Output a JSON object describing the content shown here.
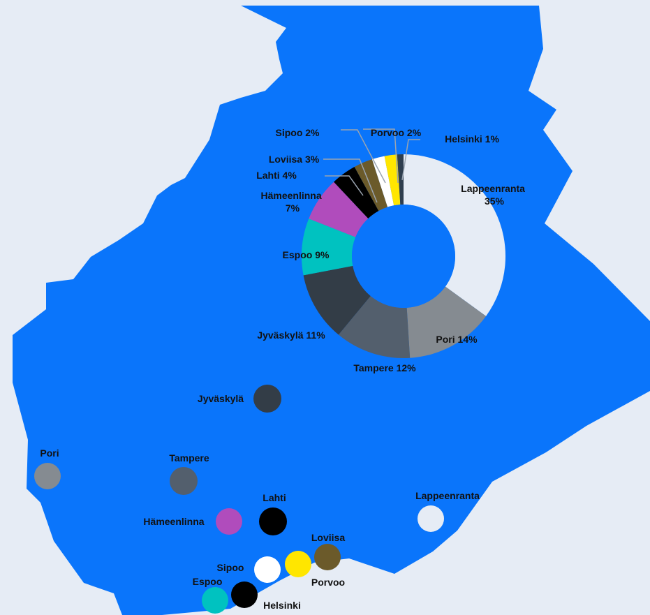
{
  "colors": {
    "background": "#e6ecf5",
    "land": "#0a75fb",
    "donut_hole": "#0a75fb",
    "label_text": "#111111",
    "leader_line": "#9aa4b0"
  },
  "chart_data": {
    "type": "pie",
    "variant": "donut",
    "legend": "none",
    "slices": [
      {
        "label": "Lappeenranta",
        "value": 35,
        "display": "Lappeenranta 35%",
        "color": "#e6ecf5"
      },
      {
        "label": "Pori",
        "value": 14,
        "display": "Pori 14%",
        "color": "#858b91"
      },
      {
        "label": "Tampere",
        "value": 12,
        "display": "Tampere 12%",
        "color": "#535f6d"
      },
      {
        "label": "Jyväskylä",
        "value": 11,
        "display": "Jyväskylä 11%",
        "color": "#333d47"
      },
      {
        "label": "Espoo",
        "value": 9,
        "display": "Espoo 9%",
        "color": "#00c2c0"
      },
      {
        "label": "Hämeenlinna",
        "value": 7,
        "display": "Hämeenlinna 7%",
        "color": "#b04cbc"
      },
      {
        "label": "Lahti",
        "value": 4,
        "display": "Lahti 4%",
        "color": "#000000"
      },
      {
        "label": "Loviisa",
        "value": 3,
        "display": "Loviisa 3%",
        "color": "#6b5a2a"
      },
      {
        "label": "Sipoo",
        "value": 2,
        "display": "Sipoo 2%",
        "color": "#ffffff"
      },
      {
        "label": "Porvoo",
        "value": 2,
        "display": "Porvoo 2%",
        "color": "#ffe600"
      },
      {
        "label": "Helsinki",
        "value": 1,
        "display": "Helsinki 1%",
        "color": "#2f3e4e"
      }
    ]
  },
  "map": {
    "markers": [
      {
        "name": "Jyväskylä",
        "color": "#333d47"
      },
      {
        "name": "Pori",
        "color": "#858b91"
      },
      {
        "name": "Tampere",
        "color": "#535f6d"
      },
      {
        "name": "Hämeenlinna",
        "color": "#b04cbc"
      },
      {
        "name": "Lahti",
        "color": "#000000"
      },
      {
        "name": "Lappeenranta",
        "color": "#e6ecf5"
      },
      {
        "name": "Loviisa",
        "color": "#6b5a2a"
      },
      {
        "name": "Sipoo",
        "color": "#ffffff"
      },
      {
        "name": "Porvoo",
        "color": "#ffe600"
      },
      {
        "name": "Espoo",
        "color": "#00c2c0"
      },
      {
        "name": "Helsinki",
        "color": "#000000"
      }
    ]
  }
}
